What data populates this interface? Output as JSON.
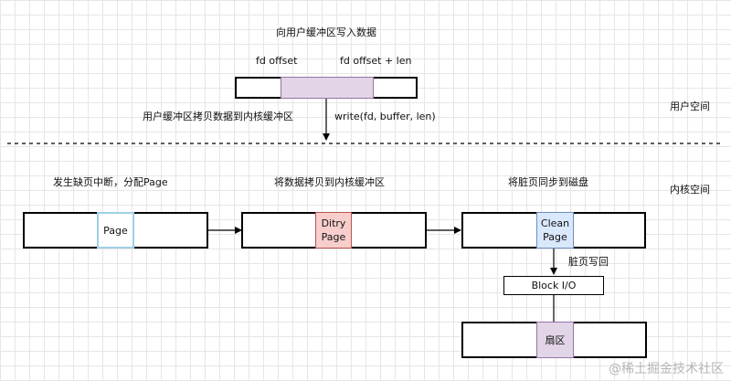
{
  "top": {
    "title": "向用户缓冲区写入数据",
    "fd_offset": "fd offset",
    "fd_offset_len": "fd offset + len",
    "copy_label": "用户缓冲区拷贝数据到内核缓冲区",
    "write_call": "write(fd, buffer, len)"
  },
  "spaces": {
    "user": "用户空间",
    "kernel": "内核空间"
  },
  "steps": {
    "fault_label": "发生缺页中断，分配Page",
    "copy_label": "将数据拷贝到内核缓冲区",
    "sync_label": "将脏页同步到磁盘"
  },
  "pages": {
    "page": "Page",
    "dirty_1": "Ditry",
    "dirty_2": "Page",
    "clean_1": "Clean",
    "clean_2": "Page"
  },
  "writeback": {
    "label": "脏页写回",
    "block_io": "Block I/O",
    "sector": "扇区"
  },
  "watermark": "@稀土掘金技术社区",
  "colors": {
    "user_buffer_fill": "#e1d5e7",
    "page_border": "#9fd0e6",
    "dirty_fill": "#f8cecc",
    "dirty_border": "#b85450",
    "clean_fill": "#dae8fc",
    "clean_border": "#6c8ebf",
    "sector_fill": "#e1d5e7",
    "sector_border": "#9673a6"
  }
}
